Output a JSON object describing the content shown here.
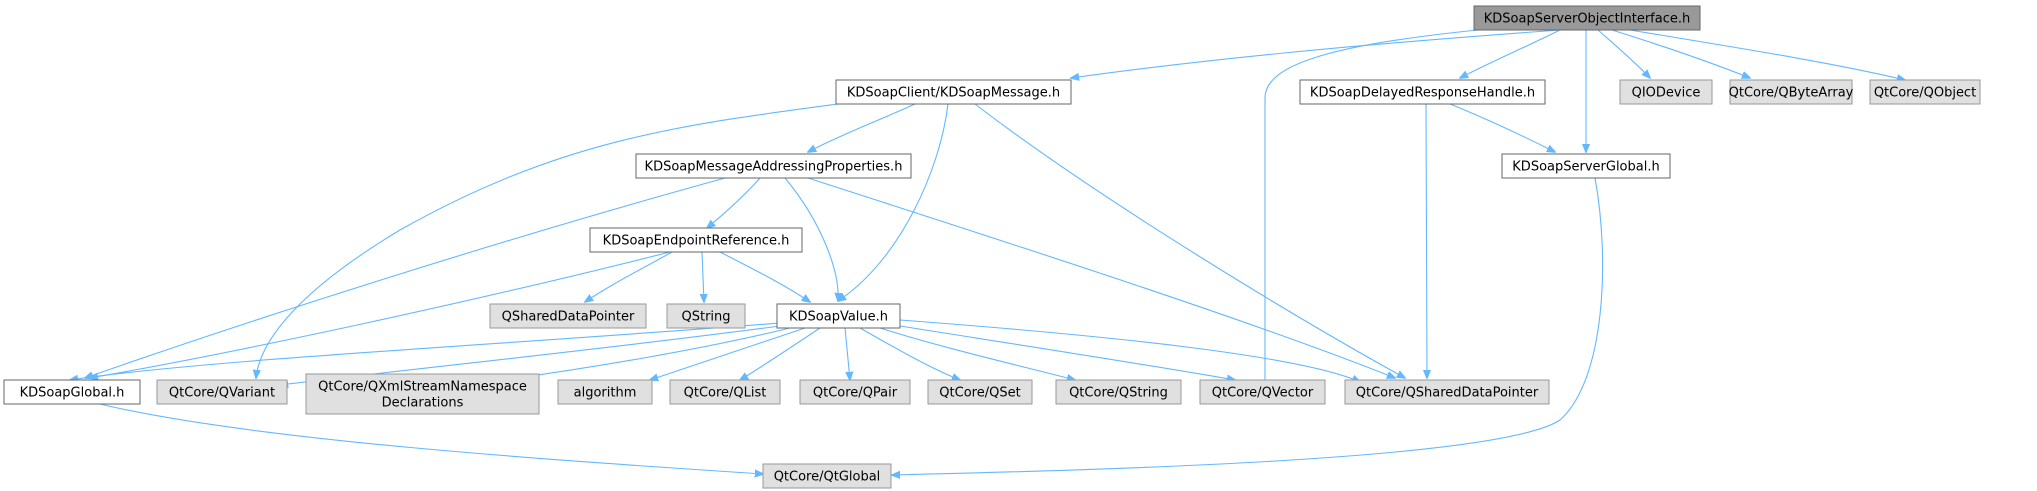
{
  "nodes": {
    "server_object_interface": "KDSoapServerObjectInterface.h",
    "soap_message": "KDSoapClient/KDSoapMessage.h",
    "delayed_response_handle": "KDSoapDelayedResponseHandle.h",
    "qiodevice": "QIODevice",
    "qbytearray": "QtCore/QByteArray",
    "qobject": "QtCore/QObject",
    "addressing_properties": "KDSoapMessageAddressingProperties.h",
    "server_global": "KDSoapServerGlobal.h",
    "endpoint_reference": "KDSoapEndpointReference.h",
    "qshareddatapointer_plain": "QSharedDataPointer",
    "qstring_plain": "QString",
    "soap_value": "KDSoapValue.h",
    "soap_global": "KDSoapGlobal.h",
    "qvariant": "QtCore/QVariant",
    "qxmlstream_line1": "QtCore/QXmlStreamNamespace",
    "qxmlstream_line2": "Declarations",
    "algorithm": "algorithm",
    "qlist": "QtCore/QList",
    "qpair": "QtCore/QPair",
    "qset": "QtCore/QSet",
    "qstring": "QtCore/QString",
    "qvector": "QtCore/QVector",
    "qshareddatapointer": "QtCore/QSharedDataPointer",
    "qtglobal": "QtCore/QtGlobal"
  },
  "colors": {
    "edge": "#63b8ff",
    "focus_fill": "#999999",
    "local_fill": "#ffffff",
    "system_fill": "#e0e0e0"
  }
}
